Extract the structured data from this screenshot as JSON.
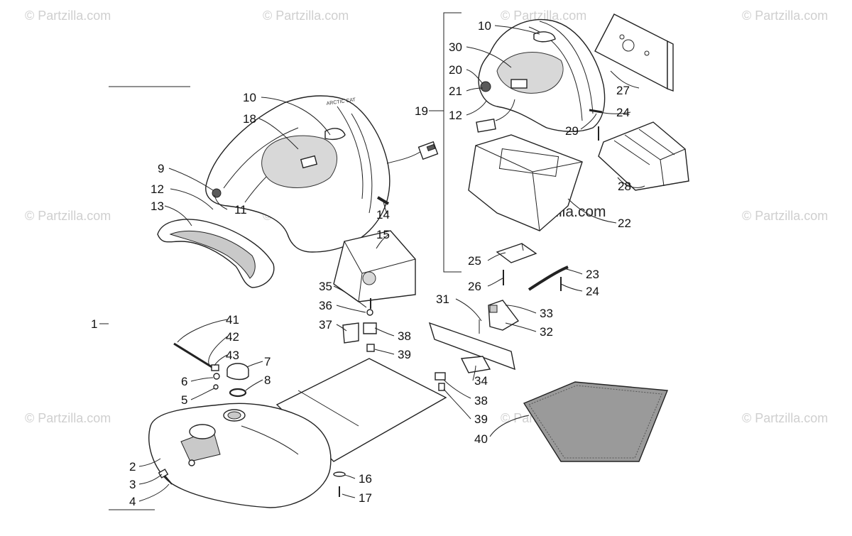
{
  "watermarks": {
    "site": "© Partzilla.com",
    "center": "© Partzilla.com"
  },
  "callouts": [
    "1",
    "2",
    "3",
    "4",
    "5",
    "6",
    "7",
    "8",
    "9",
    "10",
    "10",
    "11",
    "12",
    "12",
    "13",
    "14",
    "15",
    "16",
    "17",
    "18",
    "19",
    "20",
    "21",
    "22",
    "23",
    "24",
    "24",
    "25",
    "26",
    "27",
    "28",
    "29",
    "30",
    "31",
    "32",
    "33",
    "34",
    "35",
    "36",
    "37",
    "38",
    "38",
    "39",
    "39",
    "40",
    "41",
    "42",
    "43"
  ],
  "labels": {
    "l1": "1",
    "l2": "2",
    "l3": "3",
    "l4": "4",
    "l5": "5",
    "l6": "6",
    "l7": "7",
    "l8": "8",
    "l9": "9",
    "l10a": "10",
    "l10b": "10",
    "l11": "11",
    "l12a": "12",
    "l12b": "12",
    "l13": "13",
    "l14": "14",
    "l15": "15",
    "l16": "16",
    "l17": "17",
    "l18": "18",
    "l19": "19",
    "l20": "20",
    "l21": "21",
    "l22": "22",
    "l23": "23",
    "l24a": "24",
    "l24b": "24",
    "l25": "25",
    "l26": "26",
    "l27": "27",
    "l28": "28",
    "l29": "29",
    "l30": "30",
    "l31": "31",
    "l32": "32",
    "l33": "33",
    "l34": "34",
    "l35": "35",
    "l36": "36",
    "l37": "37",
    "l38a": "38",
    "l38b": "38",
    "l39a": "39",
    "l39b": "39",
    "l40": "40",
    "l41": "41",
    "l42": "42",
    "l43": "43"
  }
}
